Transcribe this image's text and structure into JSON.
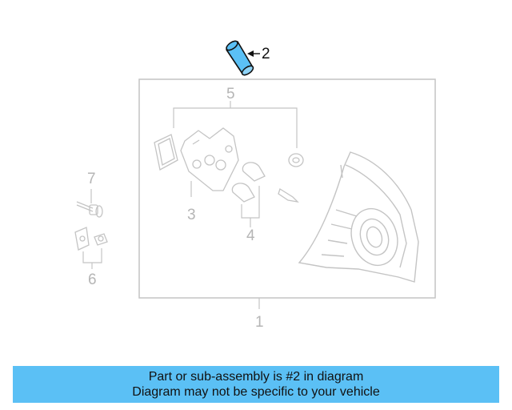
{
  "diagram": {
    "callouts": {
      "c1": "1",
      "c2": "2",
      "c3": "3",
      "c4": "4",
      "c5": "5",
      "c6": "6",
      "c7": "7"
    },
    "highlighted_part": "2",
    "colors": {
      "highlight_part": "#5bc0f5",
      "line_art": "#c4c4c4",
      "active_label": "#111111"
    }
  },
  "banner": {
    "line1": "Part or sub-assembly is #2 in diagram",
    "line2": "Diagram may not be specific to your vehicle",
    "color": "#5bc0f5"
  }
}
